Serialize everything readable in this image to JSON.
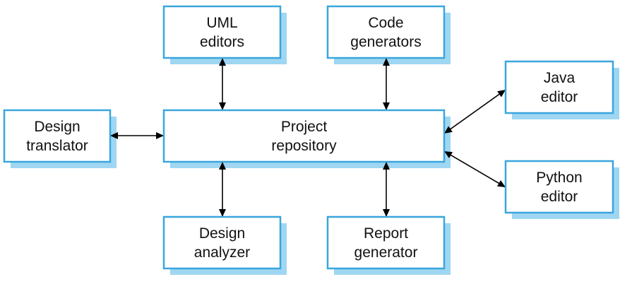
{
  "diagram": {
    "nodes": [
      {
        "id": "uml-editors",
        "lines": [
          "UML",
          "editors"
        ]
      },
      {
        "id": "code-generators",
        "lines": [
          "Code",
          "generators"
        ]
      },
      {
        "id": "java-editor",
        "lines": [
          "Java",
          "editor"
        ]
      },
      {
        "id": "design-translator",
        "lines": [
          "Design",
          "translator"
        ]
      },
      {
        "id": "project-repository",
        "lines": [
          "Project",
          "repository"
        ]
      },
      {
        "id": "python-editor",
        "lines": [
          "Python",
          "editor"
        ]
      },
      {
        "id": "design-analyzer",
        "lines": [
          "Design",
          "analyzer"
        ]
      },
      {
        "id": "report-generator",
        "lines": [
          "Report",
          "generator"
        ]
      }
    ],
    "edges": [
      {
        "from": "uml-editors",
        "to": "project-repository",
        "direction": "both"
      },
      {
        "from": "code-generators",
        "to": "project-repository",
        "direction": "both"
      },
      {
        "from": "design-translator",
        "to": "project-repository",
        "direction": "both"
      },
      {
        "from": "java-editor",
        "to": "project-repository",
        "direction": "both"
      },
      {
        "from": "python-editor",
        "to": "project-repository",
        "direction": "both"
      },
      {
        "from": "design-analyzer",
        "to": "project-repository",
        "direction": "both"
      },
      {
        "from": "report-generator",
        "to": "project-repository",
        "direction": "both"
      }
    ],
    "colors": {
      "border": "#3aa6dd",
      "shadow": "#9fd6f2",
      "arrow": "#000000",
      "text": "#111111"
    }
  }
}
